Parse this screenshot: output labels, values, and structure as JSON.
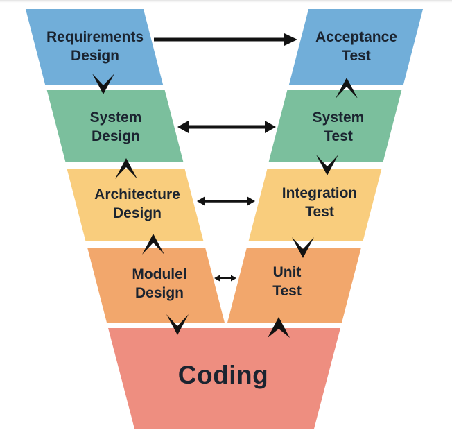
{
  "diagram": {
    "left_column": [
      {
        "line1": "Requirements",
        "line2": "Design",
        "color": "#71aed9"
      },
      {
        "line1": "System",
        "line2": "Design",
        "color": "#7bbf9d"
      },
      {
        "line1": "Architecture",
        "line2": "Design",
        "color": "#f9cd7d"
      },
      {
        "line1": "Modulel",
        "line2": "Design",
        "color": "#f2a76c"
      }
    ],
    "right_column": [
      {
        "line1": "Acceptance",
        "line2": "Test",
        "color": "#71aed9"
      },
      {
        "line1": "System",
        "line2": "Test",
        "color": "#7bbf9d"
      },
      {
        "line1": "Integration",
        "line2": "Test",
        "color": "#f9cd7d"
      },
      {
        "line1": "Unit",
        "line2": "Test",
        "color": "#f2a76c"
      }
    ],
    "bottom_block": {
      "label": "Coding",
      "color": "#ee8e80"
    },
    "text_color": "#1b2430",
    "arrow_color": "#121212",
    "connections": [
      {
        "from": "Requirements Design",
        "to": "Acceptance Test",
        "arrow": "single-head-right"
      },
      {
        "from": "System Design",
        "to": "System Test",
        "arrow": "double-head"
      },
      {
        "from": "Architecture Design",
        "to": "Integration Test",
        "arrow": "double-head"
      },
      {
        "from": "Modulel Design",
        "to": "Unit Test",
        "arrow": "double-head-small"
      },
      {
        "from": "Requirements Design",
        "to": "System Design",
        "arrow": "chevron-down"
      },
      {
        "from": "Architecture Design",
        "to": "System Design",
        "arrow": "chevron-up"
      },
      {
        "from": "Modulel Design",
        "to": "Architecture Design",
        "arrow": "chevron-up"
      },
      {
        "from": "Modulel Design",
        "to": "Coding",
        "arrow": "chevron-down"
      },
      {
        "from": "System Test",
        "to": "Acceptance Test",
        "arrow": "chevron-up"
      },
      {
        "from": "System Test",
        "to": "Integration Test",
        "arrow": "chevron-down"
      },
      {
        "from": "Integration Test",
        "to": "Unit Test",
        "arrow": "chevron-down"
      },
      {
        "from": "Coding",
        "to": "Unit Test",
        "arrow": "chevron-up"
      }
    ]
  }
}
